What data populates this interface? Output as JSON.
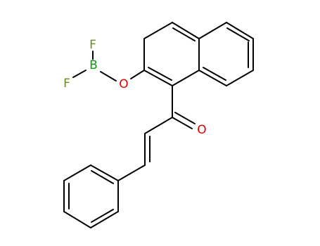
{
  "molecule": {
    "atoms": {
      "f1": {
        "symbol": "F",
        "color": "#6b8e23"
      },
      "f2": {
        "symbol": "F",
        "color": "#6b8e23"
      },
      "b": {
        "symbol": "B",
        "color": "#0a9a0a"
      },
      "o_ether": {
        "symbol": "O",
        "color": "#e00000"
      },
      "o_carbonyl": {
        "symbol": "O",
        "color": "#e00000"
      }
    }
  }
}
